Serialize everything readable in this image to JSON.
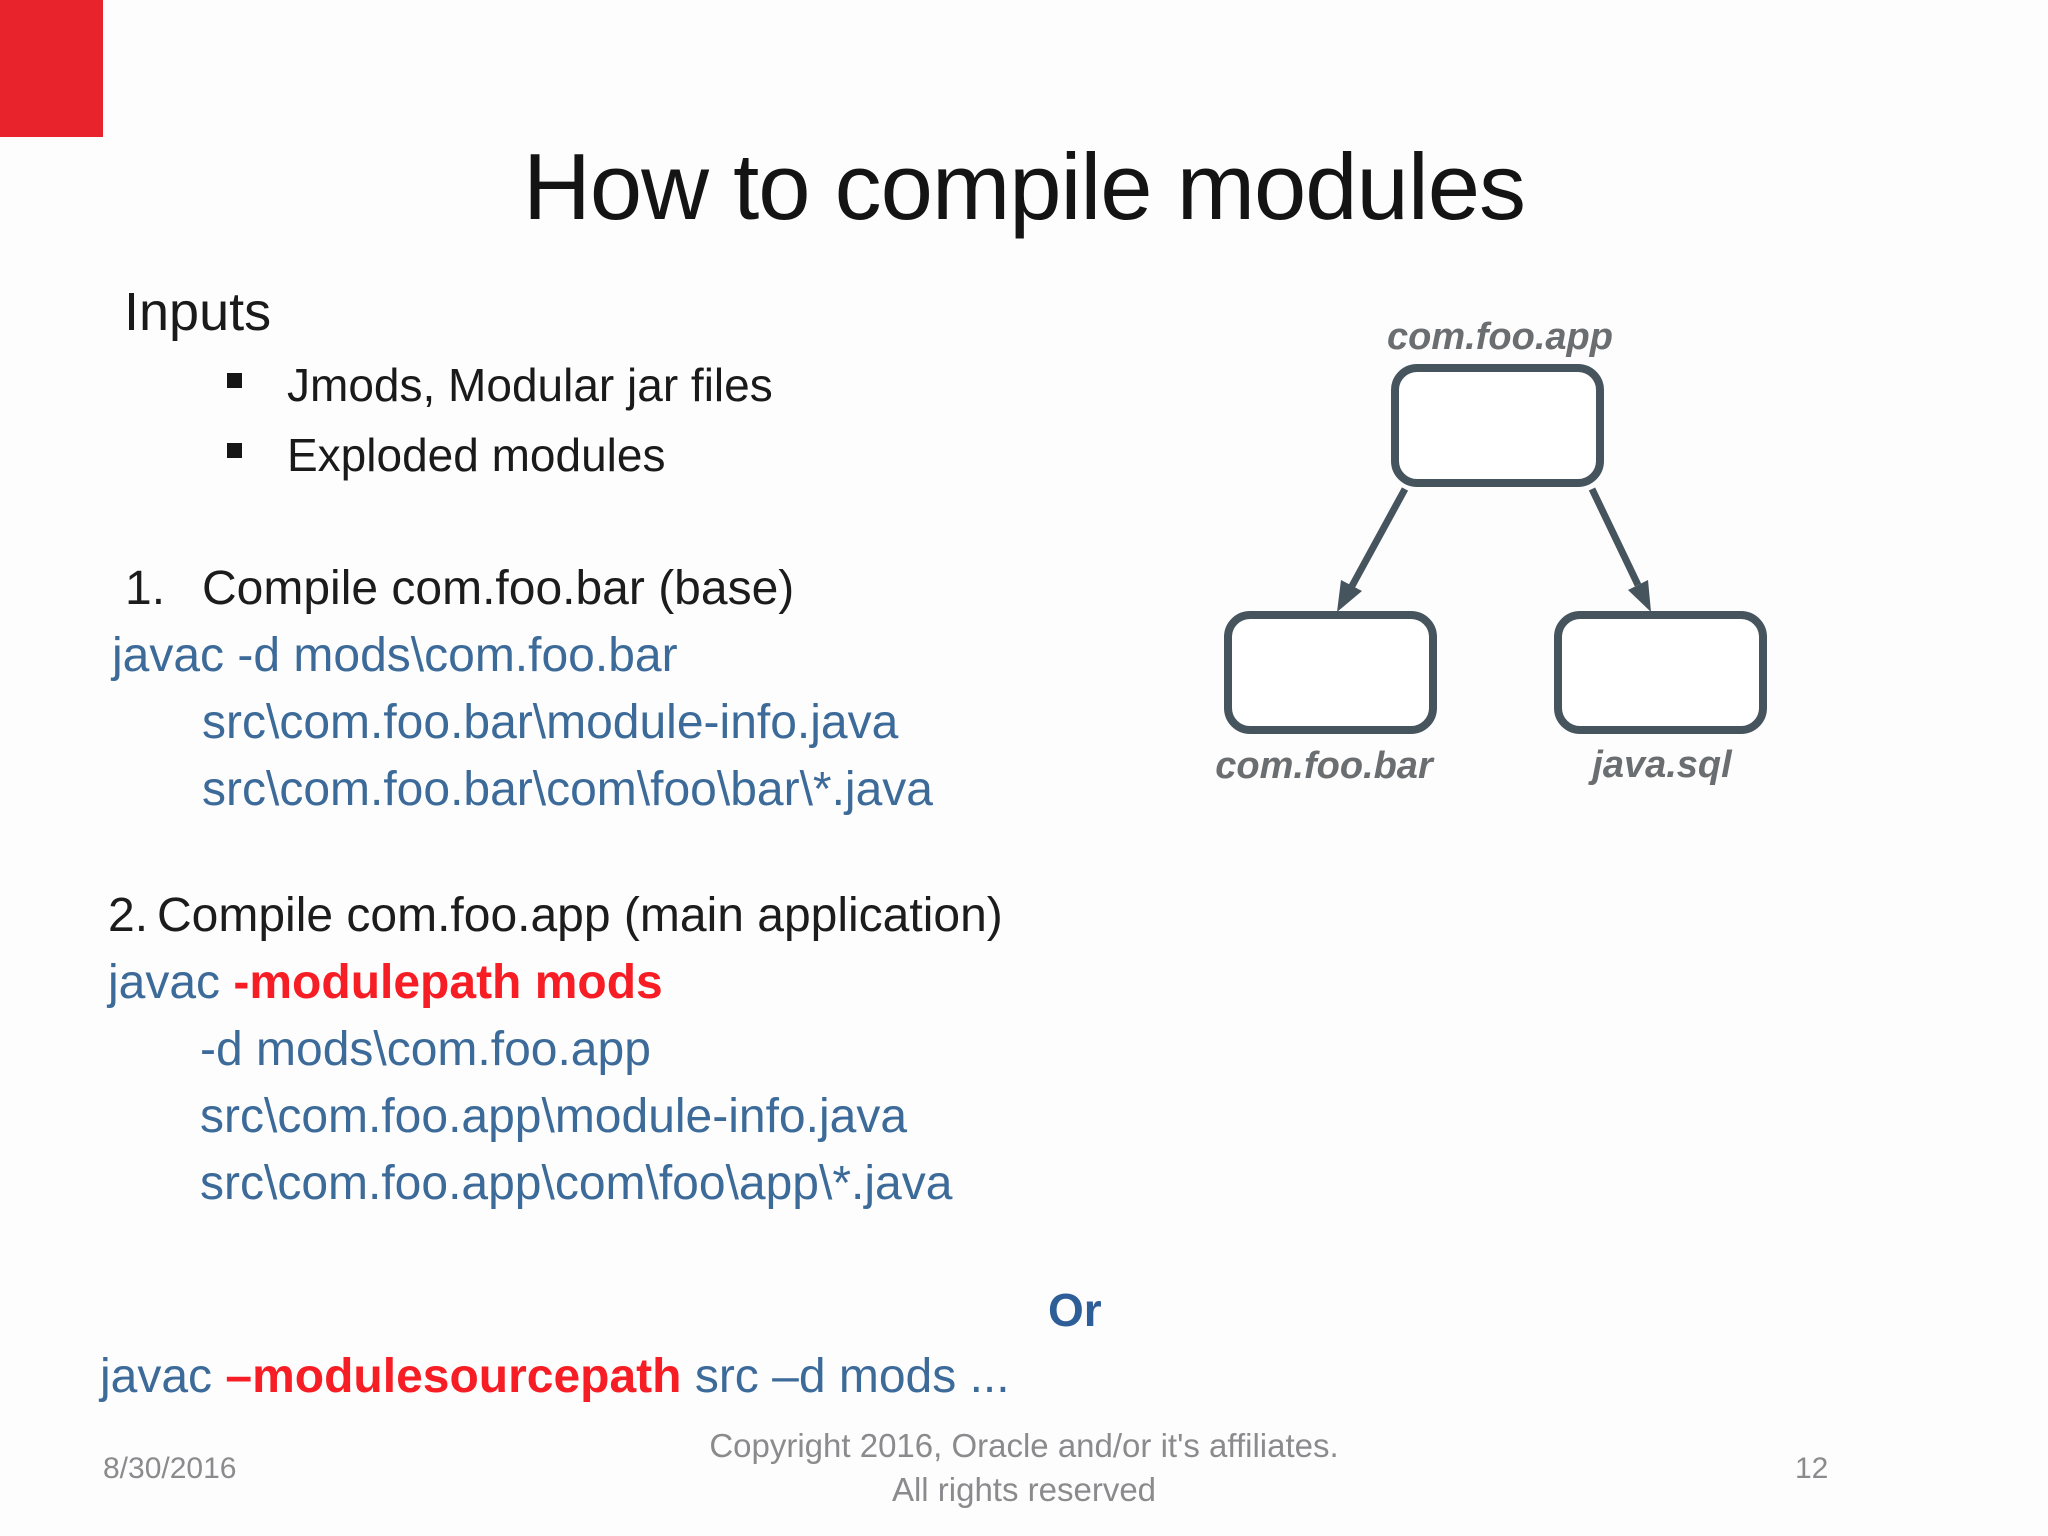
{
  "slide_title": "How to compile modules",
  "colors": {
    "logo_red": "#e8232b",
    "code_blue": "#3c6a99",
    "flag_red": "#f71d24",
    "or_blue": "#2d5e97",
    "footer_gray": "#8b8b8e",
    "diagram_stroke": "#46545e",
    "diagram_label_gray": "#6b6e71"
  },
  "inputs": {
    "heading": "Inputs",
    "items": [
      "Jmods, Modular jar files",
      "Exploded modules"
    ]
  },
  "step1": {
    "number": "1.",
    "heading": "Compile com.foo.bar (base)",
    "cmd": "javac -d mods\\com.foo.bar",
    "args": [
      "src\\com.foo.bar\\module-info.java",
      "src\\com.foo.bar\\com\\foo\\bar\\*.java"
    ]
  },
  "step2": {
    "number": "2.",
    "heading": "Compile com.foo.app (main application)",
    "cmd_prefix": "javac ",
    "cmd_flag": "-modulepath mods",
    "args": [
      "-d mods\\com.foo.app",
      "src\\com.foo.app\\module-info.java",
      "src\\com.foo.app\\com\\foo\\app\\*.java"
    ]
  },
  "or_label": "Or",
  "alt_cmd": {
    "prefix": "javac ",
    "flag": "–modulesourcepath",
    "suffix": " src –d mods ..."
  },
  "diagram": {
    "top_label": "com.foo.app",
    "left_label": "com.foo.bar",
    "right_label": "java.sql"
  },
  "footer": {
    "date": "8/30/2016",
    "copyright_line1": "Copyright 2016, Oracle and/or it's affiliates.",
    "copyright_line2": "All rights reserved",
    "page_number": "12"
  }
}
